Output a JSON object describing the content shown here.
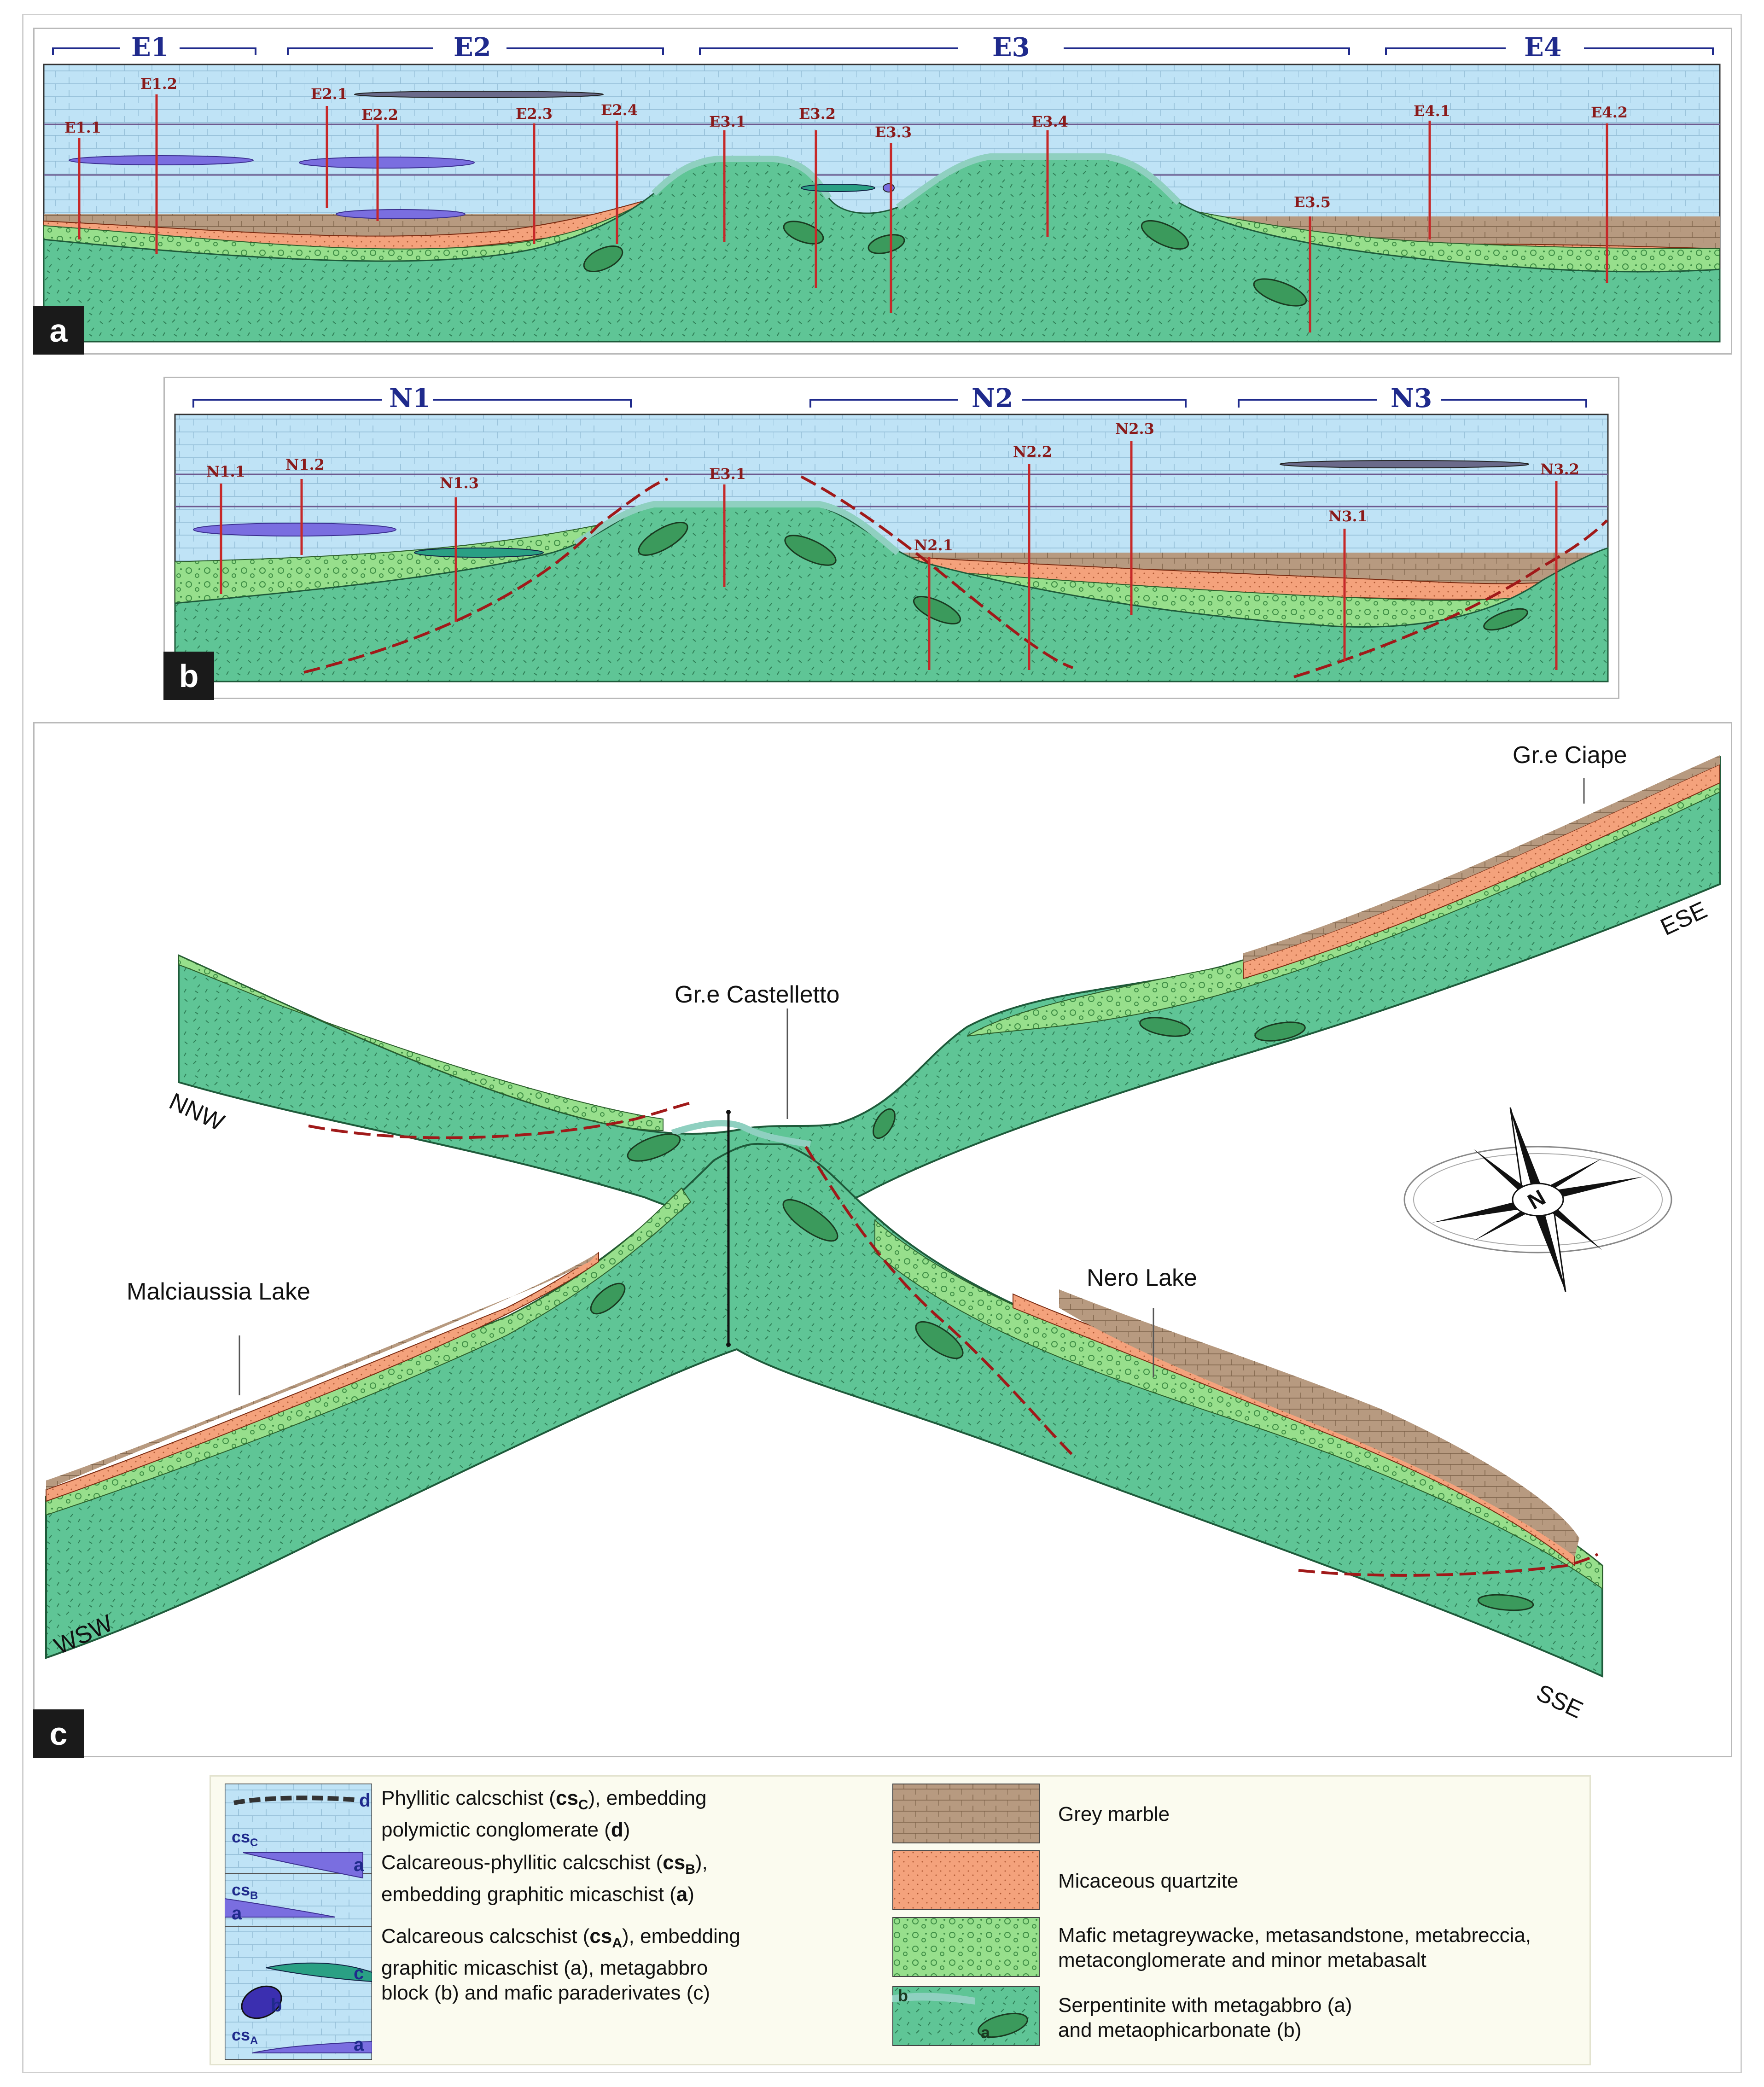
{
  "colors": {
    "water_light": "#bfe3f6",
    "water_mid": "#a6d6f0",
    "serpentinite": "#5fc596",
    "metagreywacke": "#97df8c",
    "quartzite": "#f4a27c",
    "marble": "#b79a80",
    "graphite_lens": "#7a6ee0",
    "fault": "#a01919",
    "label": "#1f2a8c",
    "drill": "#c62828"
  },
  "panel_a": {
    "letter": "a",
    "groups": [
      "E1",
      "E2",
      "E3",
      "E4"
    ],
    "drills": [
      "E1.1",
      "E1.2",
      "E2.1",
      "E2.2",
      "E2.3",
      "E2.4",
      "E3.1",
      "E3.2",
      "E3.3",
      "E3.4",
      "E3.5",
      "E4.1",
      "E4.2"
    ]
  },
  "panel_b": {
    "letter": "b",
    "groups": [
      "N1",
      "N2",
      "N3"
    ],
    "drills": [
      "N1.1",
      "N1.2",
      "N1.3",
      "E3.1",
      "N2.1",
      "N2.2",
      "N2.3",
      "N3.1",
      "N3.2"
    ]
  },
  "panel_c": {
    "letter": "c",
    "labels": {
      "ciape": "Gr.e Ciape",
      "ese": "ESE",
      "castelletto": "Gr.e Castelletto",
      "nnw": "NNW",
      "malciaussia": "Malciaussia Lake",
      "nero": "Nero Lake",
      "wsw": "WSW",
      "sse": "SSE",
      "compass_n": "N"
    }
  },
  "legend": {
    "left": [
      {
        "text_1": "Phyllitic calcschist (",
        "bold": "cs",
        "sub": "C",
        "text_2": "), embedding",
        "line2_pre": "polymictic conglomerate (",
        "line2_bold": "d",
        "line2_post": ")"
      },
      {
        "text_1": "Calcareous-phyllitic calcschist (",
        "bold": "cs",
        "sub": "B",
        "text_2": "),",
        "line2_pre": "embedding graphitic micaschist (",
        "line2_bold": "a",
        "line2_post": ")"
      },
      {
        "text_1": "Calcareous calcschist (",
        "bold": "cs",
        "sub": "A",
        "text_2": "), embedding",
        "line2": "graphitic micaschist (a), metagabbro",
        "line3": "block (b) and mafic paraderivates (c)"
      }
    ],
    "column_marks": {
      "d": "d",
      "csc": "cs",
      "csc_sub": "C",
      "a1": "a",
      "csb": "cs",
      "csb_sub": "B",
      "a2": "a",
      "c": "c",
      "b": "b",
      "csa": "cs",
      "csa_sub": "A",
      "a3": "a"
    },
    "right": [
      {
        "label": "Grey marble"
      },
      {
        "label": "Micaceous quartzite"
      },
      {
        "label": "Mafic metagreywacke, metasandstone, metabreccia,",
        "label2": "metaconglomerate and minor metabasalt"
      },
      {
        "label": "Serpentinite with metagabbro (a)",
        "label2": "and metaophicarbonate (b)",
        "mark_a": "a",
        "mark_b": "b"
      }
    ]
  }
}
